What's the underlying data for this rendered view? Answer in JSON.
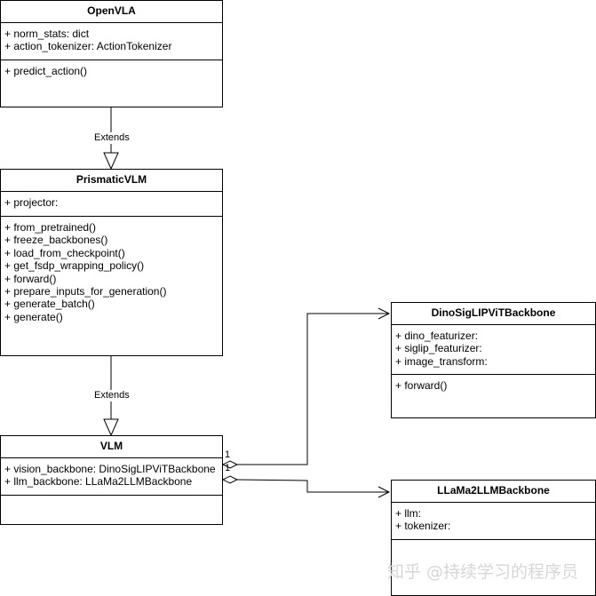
{
  "classes": {
    "openvla": {
      "name": "OpenVLA",
      "attributes": [
        "+ norm_stats: dict",
        "+ action_tokenizer: ActionTokenizer"
      ],
      "methods": [
        "+ predict_action()"
      ]
    },
    "prismaticvlm": {
      "name": "PrismaticVLM",
      "attributes": [
        "+ projector:"
      ],
      "methods": [
        "+ from_pretrained()",
        "+ freeze_backbones()",
        "+ load_from_checkpoint()",
        "+ get_fsdp_wrapping_policy()",
        "+ forward()",
        "+ prepare_inputs_for_generation()",
        "+ generate_batch()",
        "+ generate()"
      ]
    },
    "vlm": {
      "name": "VLM",
      "attributes": [
        "+ vision_backbone: DinoSigLIPViTBackbone",
        "+ llm_backbone:  LLaMa2LLMBackbone"
      ],
      "methods": []
    },
    "dino": {
      "name": "DinoSigLIPViTBackbone",
      "attributes": [
        "+ dino_featurizer:",
        "+ siglip_featurizer:",
        "+ image_transform:"
      ],
      "methods": [
        "+ forward()"
      ]
    },
    "llama": {
      "name": "LLaMa2LLMBackbone",
      "attributes": [
        "+ llm:",
        "+ tokenizer:"
      ],
      "methods": []
    }
  },
  "relations": {
    "extends_label_1": "Extends",
    "extends_label_2": "Extends",
    "vision_multiplicity": "1",
    "llm_multiplicity": "1"
  },
  "watermark": "知乎 @持续学习的程序员"
}
